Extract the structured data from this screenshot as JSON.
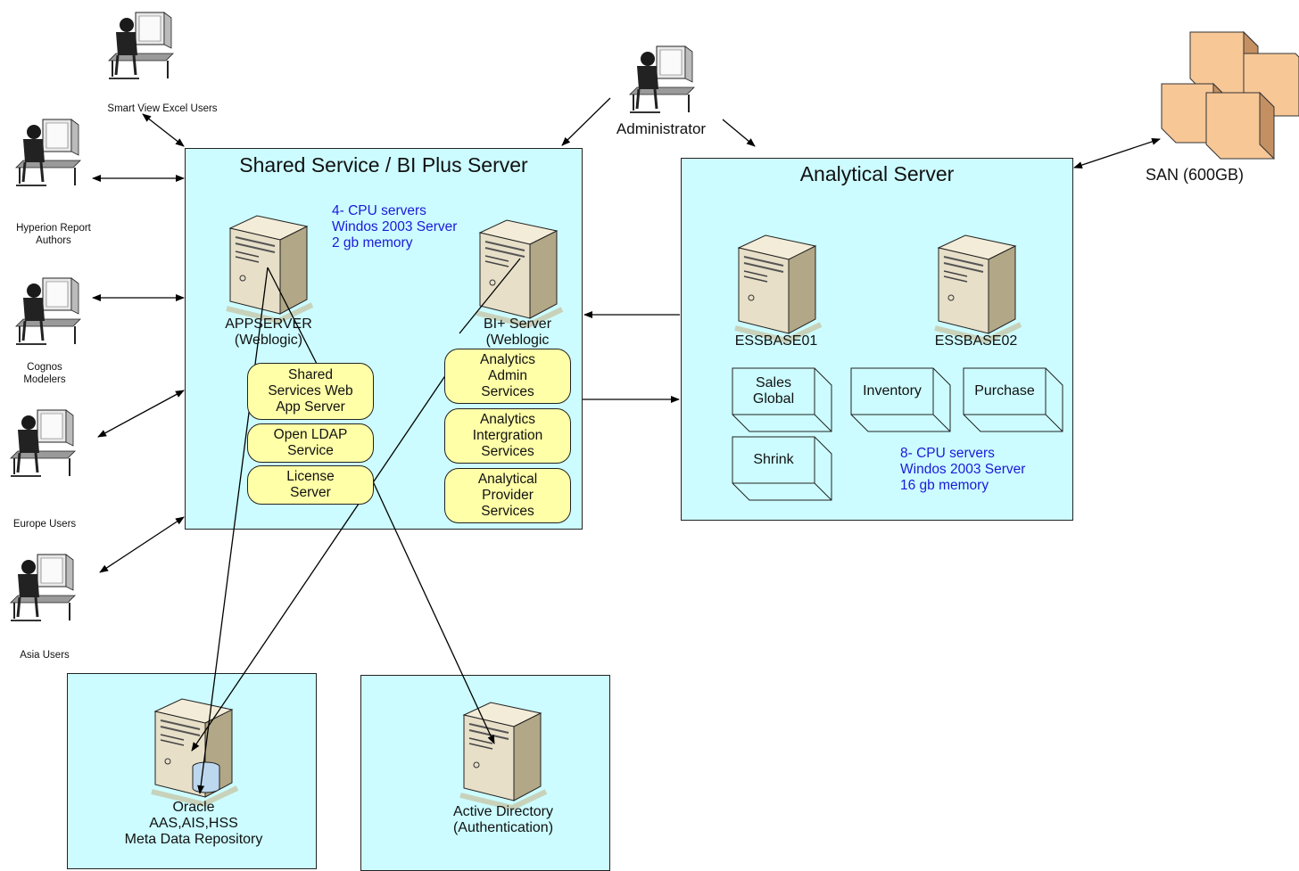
{
  "users": {
    "smart_view": "Smart View Excel Users",
    "hyperion": [
      "Hyperion Report",
      "Authors"
    ],
    "cognos": [
      "Cognos",
      "Modelers"
    ],
    "europe": "Europe Users",
    "asia": "Asia Users"
  },
  "administrator": "Administrator",
  "san": "SAN (600GB)",
  "shared_server": {
    "title": "Shared Service / BI Plus Server",
    "specs": [
      "4- CPU servers",
      "Windos 2003 Server",
      "2 gb memory"
    ],
    "appserver": [
      "APPSERVER",
      "(Weblogic)"
    ],
    "biserver": [
      "BI+ Server",
      "(Weblogic"
    ],
    "left_services": [
      [
        "Shared",
        "Services Web",
        "App Server"
      ],
      [
        "Open LDAP",
        "Service"
      ],
      [
        "License",
        "Server"
      ]
    ],
    "right_services": [
      [
        "Analytics",
        "Admin",
        "Services"
      ],
      [
        "Analytics",
        "Intergration",
        "Services"
      ],
      [
        "Analytical",
        "Provider",
        "Services"
      ]
    ]
  },
  "analytical_server": {
    "title": "Analytical Server",
    "servers": [
      "ESSBASE01",
      "ESSBASE02"
    ],
    "cubes": [
      [
        "Sales",
        "Global"
      ],
      [
        "Inventory"
      ],
      [
        "Purchase"
      ],
      [
        "Shrink"
      ]
    ],
    "specs": [
      "8- CPU servers",
      "Windos 2003 Server",
      "16 gb memory"
    ]
  },
  "oracle": [
    "Oracle",
    "AAS,AIS,HSS",
    "Meta Data Repository"
  ],
  "active_directory": [
    "Active Directory",
    "(Authentication)"
  ],
  "colors": {
    "box_fill": "#ccfcff",
    "pill_fill": "#ffffa8",
    "spec_text": "#1a1ad8",
    "cube_fill": "#f8c898"
  }
}
